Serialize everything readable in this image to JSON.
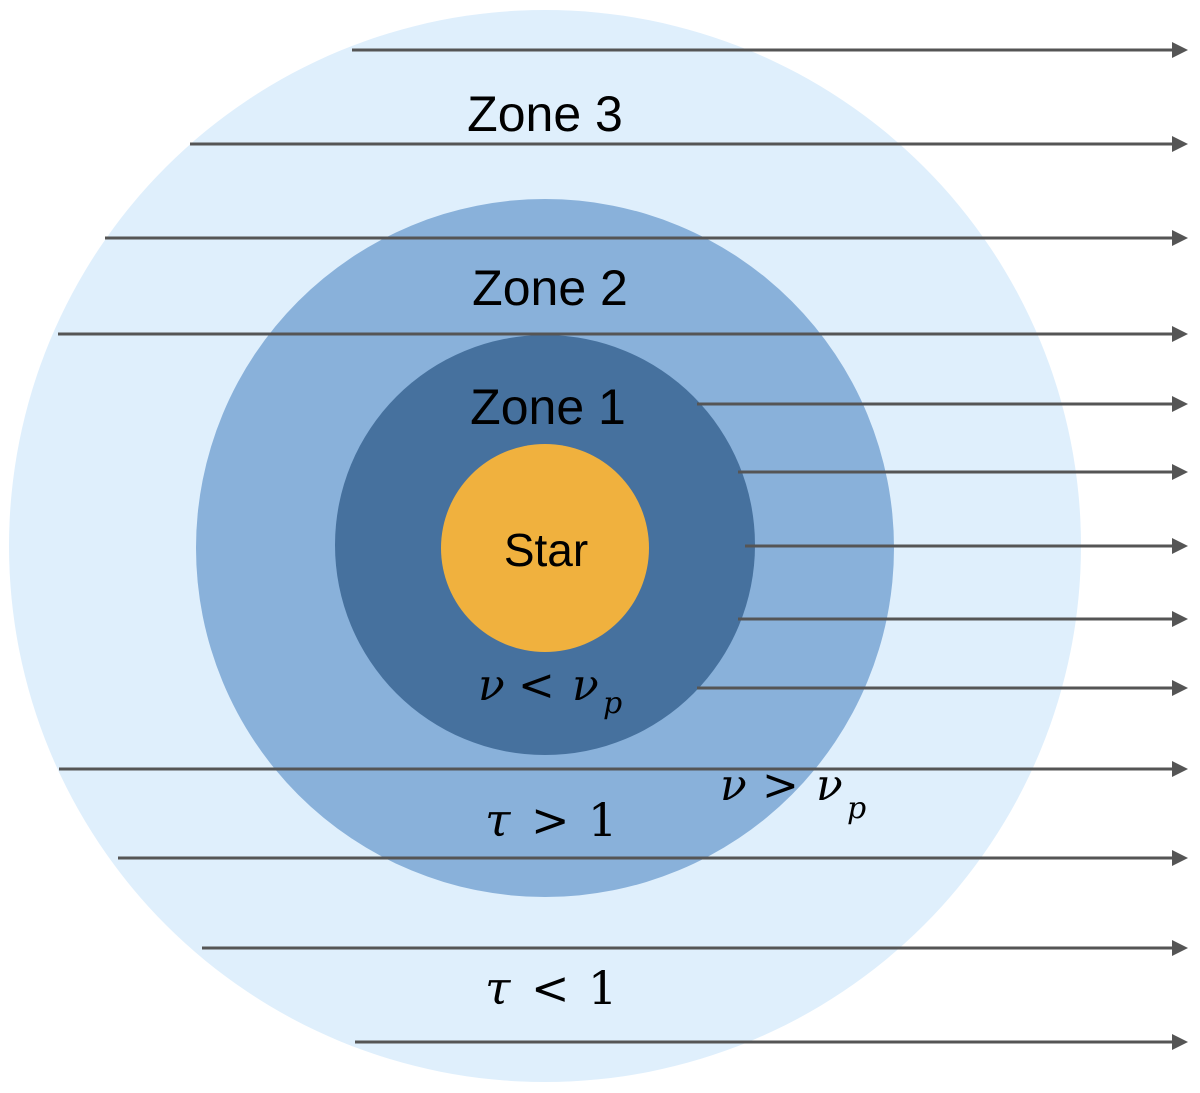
{
  "labels": {
    "zone3": "Zone 3",
    "zone2": "Zone 2",
    "zone1": "Zone 1",
    "star": "Star"
  },
  "annotations": {
    "nu_lt": {
      "nu": "ν",
      "op": "<",
      "sub": "p"
    },
    "nu_gt": {
      "nu": "ν",
      "op": ">",
      "sub": "p"
    },
    "tau_gt": {
      "tau": "τ",
      "op": ">",
      "value": "1"
    },
    "tau_lt": {
      "tau": "τ",
      "op": "<",
      "value": "1"
    }
  },
  "colors": {
    "zone3": "#dfeffc",
    "zone2": "#89b1da",
    "zone1": "#46719e",
    "star": "#f0b13e",
    "ray": "#555555"
  },
  "icons": {
    "ray": "right-arrow-icon"
  }
}
